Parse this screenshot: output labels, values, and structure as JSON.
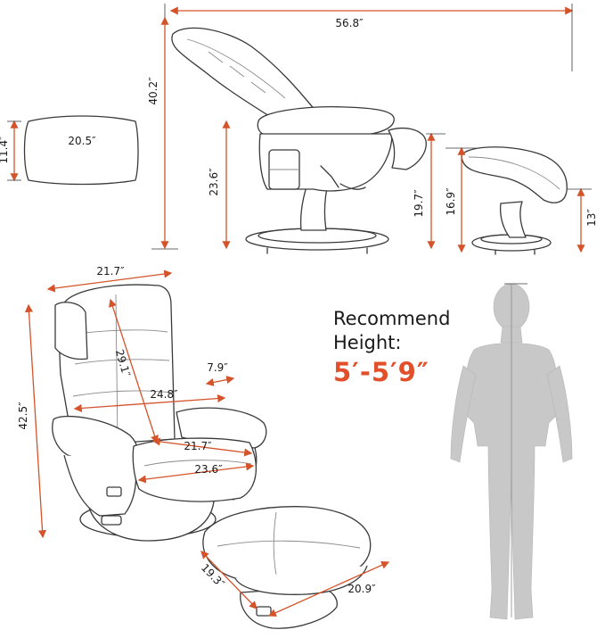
{
  "colors": {
    "accent": "#e1502a",
    "arrow": "#d4532a",
    "outline": "#3a3a3a",
    "figure": "#c8c8c8"
  },
  "dimensions": {
    "side_length": "56.8″",
    "side_height": "40.2″",
    "seat_height_side": "23.6″",
    "armrest_height": "19.7″",
    "ottoman_height": "16.9″",
    "ottoman_base_height": "13″",
    "pad_width": "20.5″",
    "pad_depth": "11.4″",
    "front_top_width": "21.7″",
    "front_height": "42.5″",
    "back_height": "29.1″",
    "arm_width": "7.9″",
    "inner_width": "24.8″",
    "seat_width": "21.7″",
    "seat_depth": "23.6″",
    "ottoman_depth": "19.3″",
    "ottoman_width": "20.9″"
  },
  "recommend": {
    "line1": "Recommend",
    "line2": "Height:",
    "value": "5′-5′9″"
  }
}
